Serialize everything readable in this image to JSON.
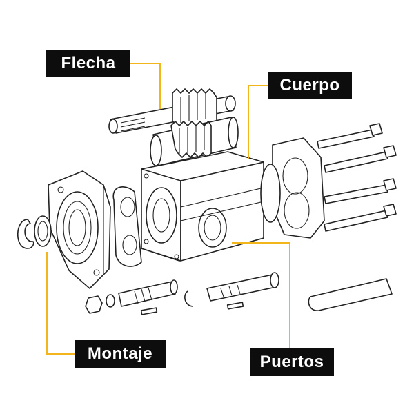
{
  "labels": {
    "flecha": "Flecha",
    "cuerpo": "Cuerpo",
    "montaje": "Montaje",
    "puertos": "Puertos"
  },
  "colors": {
    "label_bg": "#0d0d0d",
    "label_text": "#ffffff",
    "leader_line": "#f2b51c",
    "part_stroke": "#222222",
    "background": "#ffffff"
  },
  "icons": {
    "diagram": "exploded-gear-pump-icon"
  }
}
